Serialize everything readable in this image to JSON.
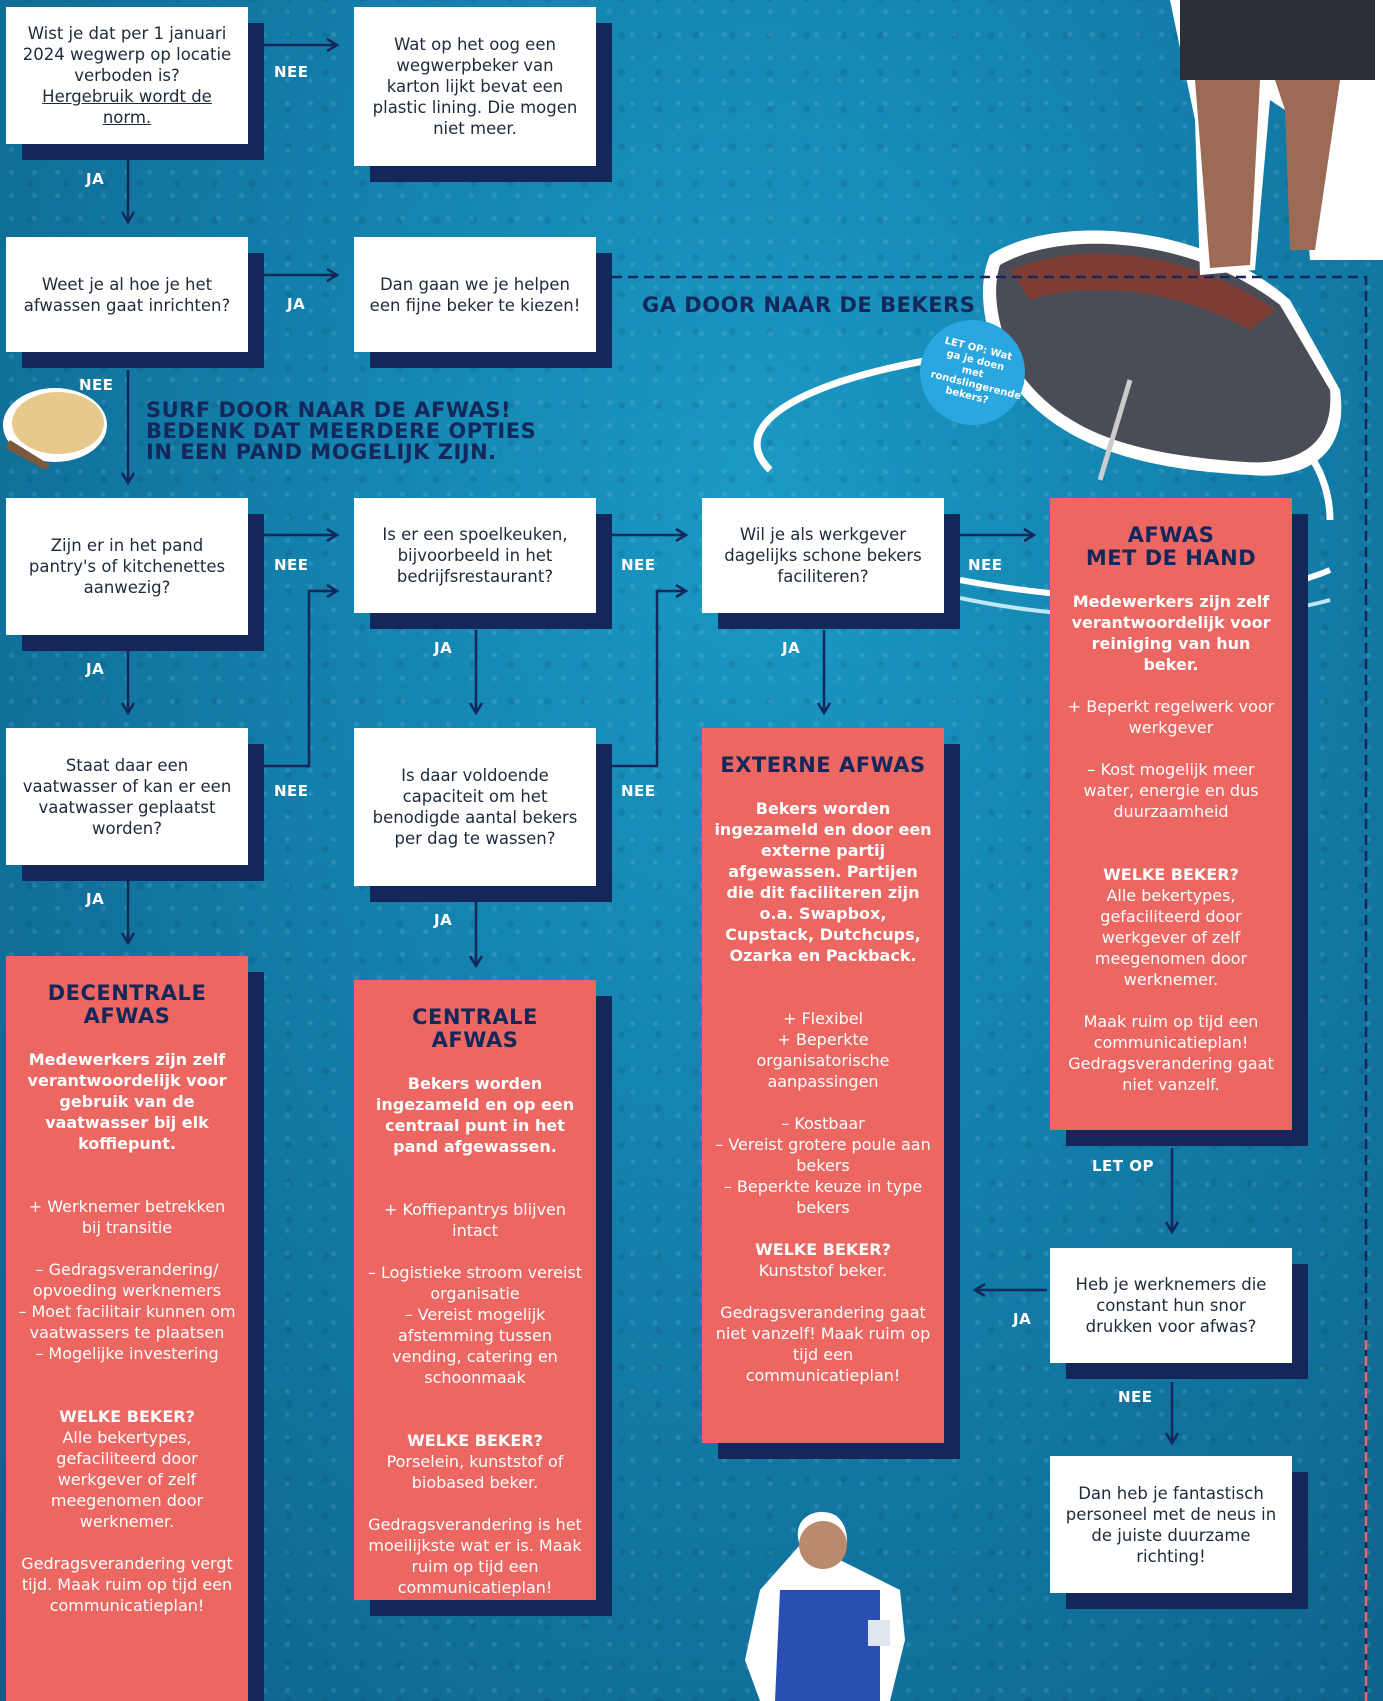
{
  "flow": {
    "q1": {
      "pre": "Wist je dat per 1 januari 2024 wegwerp op locatie verboden is?",
      "link": "Hergebruik wordt de norm."
    },
    "q1_nee": "Wat op het oog een wegwerpbeker van karton lijkt bevat een plastic lining. Die mogen niet meer.",
    "q2": "Weet je al hoe je het afwassen gaat inrichten?",
    "q2_ja": "Dan gaan we je helpen een fijne beker te kiezen!",
    "q3": "Zijn er in het pand pantry's of kitchenettes aanwezig?",
    "q4": "Is er een spoelkeuken, bijvoorbeeld in het bedrijfsrestaurant?",
    "q5": "Wil je als werkgever dagelijks schone bekers faciliteren?",
    "q6": "Staat daar een vaatwasser of kan er een vaatwasser geplaatst worden?",
    "q7": "Is daar voldoende capaciteit om het benodigde aantal bekers per dag te wassen?",
    "q8": "Heb je werknemers die constant hun snor drukken voor afwas?",
    "q8_nee": "Dan heb je fantastisch personeel met de neus in de juiste duurzame richting!"
  },
  "labels": {
    "ja": "JA",
    "nee": "NEE",
    "let_op": "LET OP"
  },
  "headings": {
    "bekers": "GA DOOR NAAR DE BEKERS",
    "surf1": "SURF DOOR NAAR DE AFWAS!",
    "surf2": "BEDENK DAT MEERDERE OPTIES",
    "surf3": "IN EEN PAND MOGELIJK ZIJN."
  },
  "badge": "LET OP: Wat ga je doen met rondslingerende bekers?",
  "results": {
    "decentraal": {
      "title1": "DECENTRALE",
      "title2": "AFWAS",
      "intro": "Medewerkers zijn zelf verantwoordelijk voor gebruik van de vaatwasser bij elk koffiepunt.",
      "plus1": "+ Werknemer betrekken bij transitie",
      "min1": "– Gedragsverandering/ opvoeding werknemers",
      "min2": "– Moet facilitair kunnen om vaatwassers te plaatsen",
      "min3": "– Mogelijke investering",
      "beker_h": "WELKE BEKER?",
      "beker": "Alle bekertypes, gefaciliteerd door werkgever of zelf meegenomen door werknemer.",
      "note": "Gedragsverandering vergt tijd. Maak ruim op tijd een communicatieplan!"
    },
    "centraal": {
      "title": "CENTRALE AFWAS",
      "intro": "Bekers worden ingezameld en op een centraal punt in het pand afgewassen.",
      "plus1": "+ Koffiepantrys blijven intact",
      "min1": "– Logistieke stroom vereist organisatie",
      "min2": "– Vereist mogelijk afstemming tussen vending, catering en schoonmaak",
      "beker_h": "WELKE BEKER?",
      "beker": "Porselein, kunststof of biobased beker.",
      "note": "Gedragsverandering is het moeilijkste wat er is. Maak ruim op tijd een communicatieplan!"
    },
    "extern": {
      "title": "EXTERNE AFWAS",
      "intro": "Bekers worden ingezameld en door een externe partij afgewassen. Partijen die dit faciliteren zijn o.a. Swapbox, Cupstack, Dutchcups, Ozarka en Packback.",
      "plus1": "+ Flexibel",
      "plus2": "+ Beperkte organisatorische aanpassingen",
      "min1": "– Kostbaar",
      "min2": "– Vereist grotere poule aan bekers",
      "min3": "– Beperkte keuze in type bekers",
      "beker_h": "WELKE BEKER?",
      "beker": "Kunststof beker.",
      "note": "Gedragsverandering gaat niet vanzelf! Maak ruim op tijd een communicatieplan!"
    },
    "hand": {
      "title1": "AFWAS",
      "title2": "MET DE HAND",
      "intro": "Medewerkers zijn zelf verantwoordelijk voor reiniging van hun beker.",
      "plus1": "+ Beperkt regelwerk voor werkgever",
      "min1": "– Kost mogelijk meer water, energie en dus duurzaamheid",
      "beker_h": "WELKE BEKER?",
      "beker": "Alle bekertypes, gefaciliteerd door werkgever of zelf meegenomen door werknemer.",
      "note": "Maak ruim op tijd een communicatieplan! Gedragsverandering gaat niet vanzelf."
    }
  },
  "colors": {
    "navy": "#13275a",
    "coral": "#ec6662",
    "ocean": "#137fab",
    "badge": "#2aa6e0"
  }
}
